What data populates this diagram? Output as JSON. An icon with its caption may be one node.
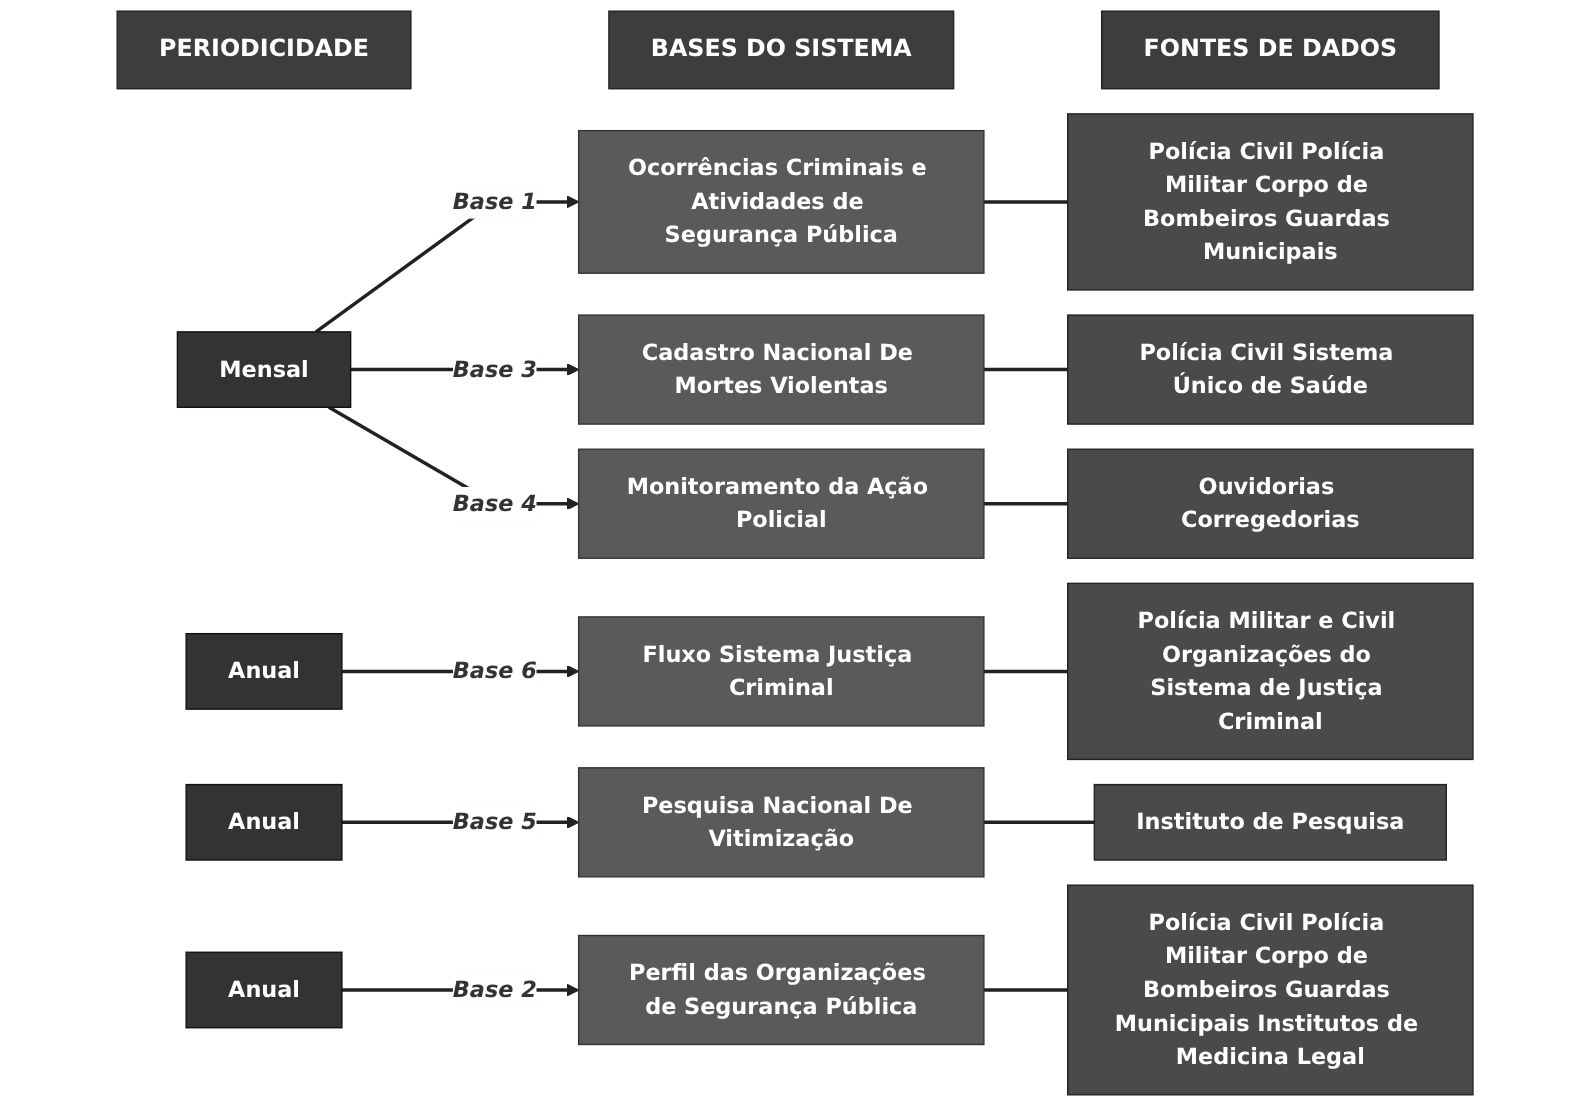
{
  "diagram": {
    "nodes": [
      {
        "text": [
          "PERIODICIDADE"
        ]
      },
      {
        "text": [
          "BASES DO SISTEMA"
        ]
      },
      {
        "text": [
          "FONTES DE DADOS"
        ]
      },
      {
        "text": [
          "Mensal"
        ]
      },
      {
        "text": [
          "Ocorrências Criminais e Atividades de Segurança Pública"
        ]
      },
      {
        "text": [
          "Polícia Civil Polícia Militar Corpo de Bombeiros Guardas Municipais"
        ]
      },
      {
        "text": [
          "Cadastro Nacional De Mortes Violentas"
        ]
      },
      {
        "text": [
          "Polícia Civil Sistema Único de Saúde"
        ]
      },
      {
        "text": [
          "Monitoramento da Ação Policial"
        ]
      },
      {
        "text": [
          "Ouvidorias Corregedorias"
        ]
      },
      {
        "text": [
          "Anual"
        ]
      },
      {
        "text": [
          "Fluxo Sistema Justiça Criminal"
        ]
      },
      {
        "text": [
          "Polícia Militar e Civil Organizações do Sistema de Justiça Criminal"
        ]
      },
      {
        "text": [
          "Anual"
        ]
      },
      {
        "text": [
          "Pesquisa Nacional De Vitimização"
        ]
      },
      {
        "text": [
          "Instituto de Pesquisa"
        ]
      },
      {
        "text": [
          "Anual"
        ]
      },
      {
        "text": [
          "Perfil das Organizações de Segurança Pública"
        ]
      },
      {
        "text": [
          "Polícia Civil Polícia Militar Corpo de Bombeiros Guardas Municipais Institutos de Medicina Legal"
        ]
      }
    ],
    "edges": [
      {
        "from": 3,
        "to": 4,
        "arrow": "to",
        "label": "Base 1"
      },
      {
        "from": 3,
        "to": 6,
        "arrow": "to",
        "label": "Base 3"
      },
      {
        "from": 3,
        "to": 8,
        "arrow": "to",
        "label": "Base 4"
      },
      {
        "from": 4,
        "to": 5,
        "arrow": "none"
      },
      {
        "from": 6,
        "to": 7,
        "arrow": "none"
      },
      {
        "from": 8,
        "to": 9,
        "arrow": "none"
      },
      {
        "from": 10,
        "to": 11,
        "arrow": "to",
        "label": "Base 6"
      },
      {
        "from": 11,
        "to": 12,
        "arrow": "none"
      },
      {
        "from": 13,
        "to": 14,
        "arrow": "to",
        "label": "Base 5"
      },
      {
        "from": 14,
        "to": 15,
        "arrow": "none"
      },
      {
        "from": 16,
        "to": 17,
        "arrow": "to",
        "label": "Base 2"
      },
      {
        "from": 17,
        "to": 18,
        "arrow": "none"
      }
    ]
  }
}
